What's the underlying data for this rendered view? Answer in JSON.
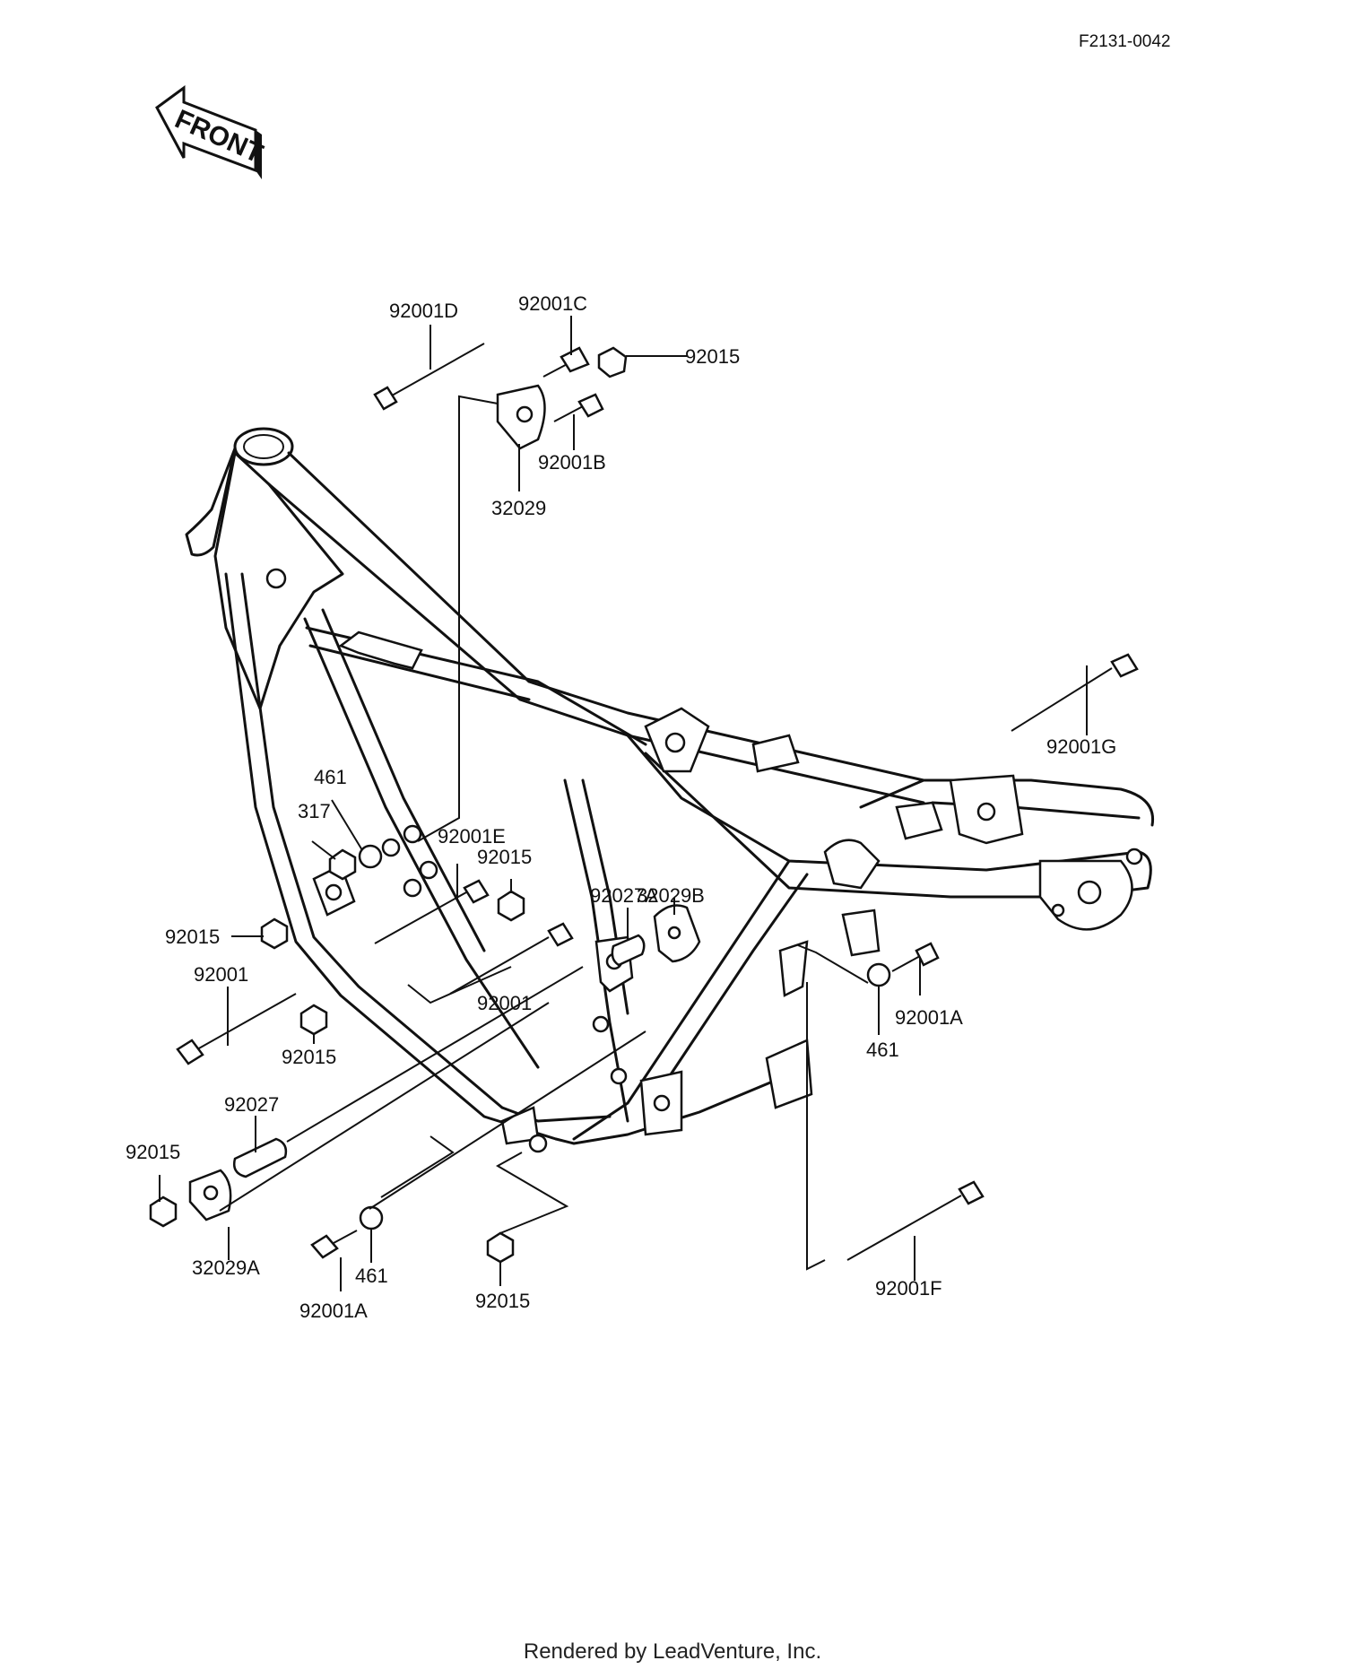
{
  "reference_code": "F2131-0042",
  "front_label": "FRONT",
  "footer": "Rendered by LeadVenture, Inc.",
  "callouts": [
    {
      "id": "c-92001d",
      "text": "92001D"
    },
    {
      "id": "c-92001c",
      "text": "92001C"
    },
    {
      "id": "c-92015-top",
      "text": "92015"
    },
    {
      "id": "c-92001b",
      "text": "92001B"
    },
    {
      "id": "c-32029",
      "text": "32029"
    },
    {
      "id": "c-92001g",
      "text": "92001G"
    },
    {
      "id": "c-461-upper",
      "text": "461"
    },
    {
      "id": "c-317",
      "text": "317"
    },
    {
      "id": "c-92001e",
      "text": "92001E"
    },
    {
      "id": "c-92015-mid",
      "text": "92015"
    },
    {
      "id": "c-32029b",
      "text": "32029B"
    },
    {
      "id": "c-92027a",
      "text": "92027A"
    },
    {
      "id": "c-92015-left",
      "text": "92015"
    },
    {
      "id": "c-92001-left",
      "text": "92001"
    },
    {
      "id": "c-92001-center",
      "text": "92001"
    },
    {
      "id": "c-92015-lower-left",
      "text": "92015"
    },
    {
      "id": "c-92001a-right",
      "text": "92001A"
    },
    {
      "id": "c-461-right",
      "text": "461"
    },
    {
      "id": "c-92027",
      "text": "92027"
    },
    {
      "id": "c-92015-bottom-left",
      "text": "92015"
    },
    {
      "id": "c-32029a",
      "text": "32029A"
    },
    {
      "id": "c-461-bottom",
      "text": "461"
    },
    {
      "id": "c-92001a-bottom",
      "text": "92001A"
    },
    {
      "id": "c-92015-bottom",
      "text": "92015"
    },
    {
      "id": "c-92001f",
      "text": "92001F"
    }
  ]
}
